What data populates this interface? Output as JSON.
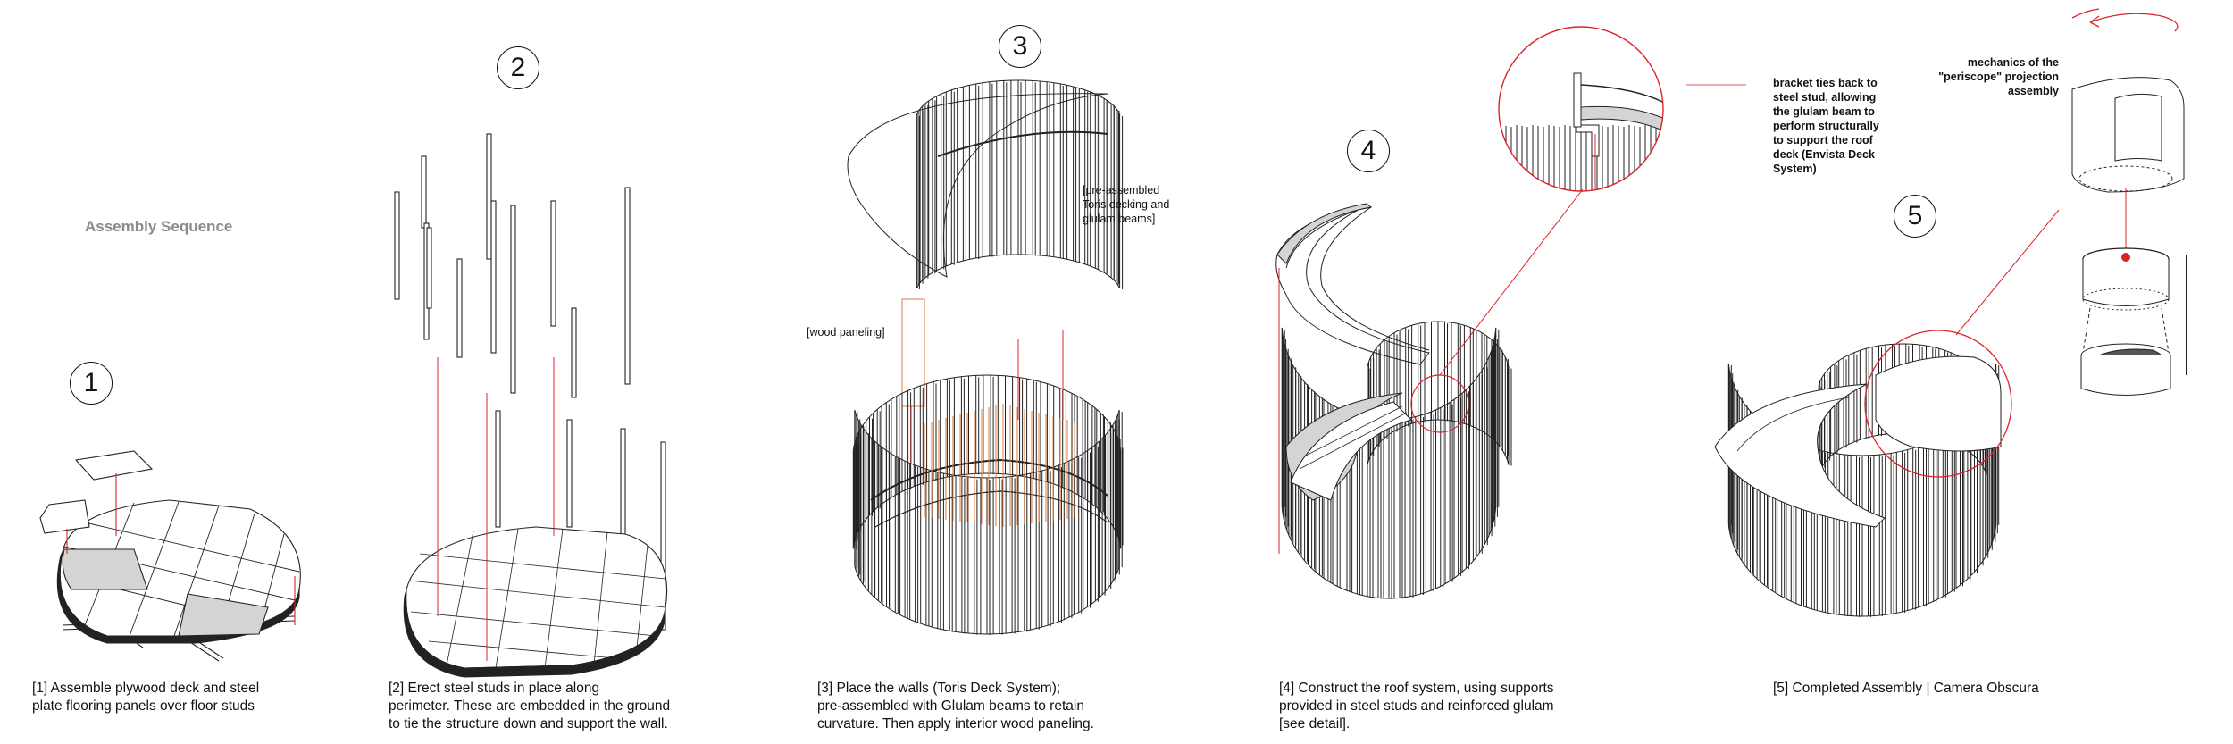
{
  "title": "Assembly Sequence",
  "steps": [
    {
      "number": "1",
      "caption": "[1] Assemble plywood deck and steel\nplate flooring panels over floor studs"
    },
    {
      "number": "2",
      "caption": "[2] Erect steel studs in place along\nperimeter. These are embedded in the ground\nto tie the structure down and support the wall."
    },
    {
      "number": "3",
      "caption": "[3] Place the walls (Toris Deck System);\npre-assembled with Glulam beams to retain\ncurvature. Then apply interior wood paneling."
    },
    {
      "number": "4",
      "caption": "[4] Construct the roof system, using supports\nprovided in steel studs and reinforced glulam\n[see detail]."
    },
    {
      "number": "5",
      "caption": "[5] Completed Assembly | Camera Obscura"
    }
  ],
  "annotations": {
    "toris": "[pre-assembled\nToris decking and\nglulam beams]",
    "wood_paneling": "[wood paneling]",
    "bracket": "bracket ties back to\nsteel stud, allowing\nthe glulam beam to\nperform structurally\nto support the roof\ndeck (Envista Deck\nSystem)",
    "periscope": "mechanics of the\n\"periscope\" projection\nassembly"
  },
  "colors": {
    "line": "#222222",
    "red_leader": "#d9252a",
    "paneling": "#e07b3a",
    "gray_fill": "#d4d4d4",
    "title": "#8a8a8a"
  }
}
